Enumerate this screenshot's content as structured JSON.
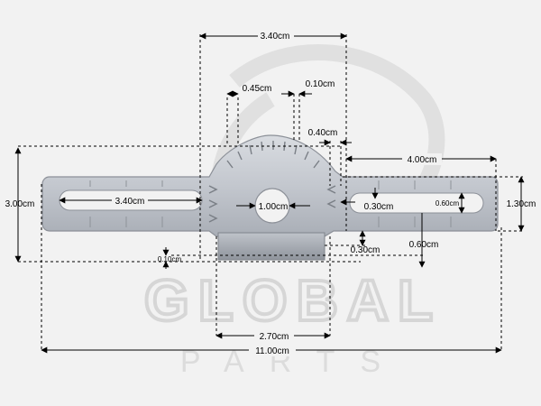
{
  "watermark": {
    "brand_line1": "GLOBAL",
    "brand_line2": "PARTS"
  },
  "dimensions": {
    "top_width": "3.40cm",
    "slot_width": "0.45cm",
    "slot_gap": "0.10cm",
    "notch_width": "0.40cm",
    "right_slot_len": "4.00cm",
    "total_height": "3.00cm",
    "left_slot_len": "3.40cm",
    "hole_diameter": "1.00cm",
    "gap_right": "0.30cm",
    "slot_height_right": "0.60cm",
    "right_height": "1.30cm",
    "tab_offset": "0.30cm",
    "right_lower": "0.60cm",
    "bottom_small": "0.10cm",
    "tab_width": "2.70cm",
    "overall_length": "11.00cm"
  },
  "colors": {
    "metal": "#c7cbd2",
    "metal_edge": "#8c9098",
    "watermark": "#dcdcdc",
    "dim_line": "#000000"
  }
}
